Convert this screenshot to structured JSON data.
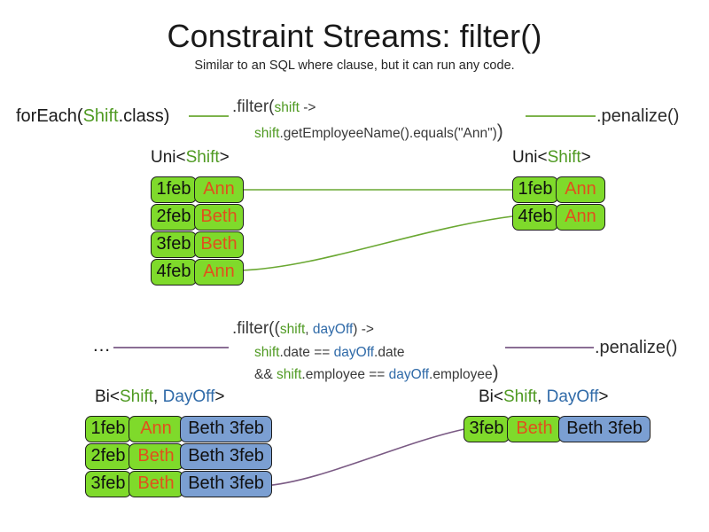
{
  "page": {
    "title": "Constraint Streams: filter()",
    "subtitle": "Similar to an SQL where clause, but it can run any code."
  },
  "colors": {
    "green_token": "#4f9a22",
    "blue_token": "#2f6aa8",
    "code_text": "#3a3a3a",
    "tuple_green": "#7fda2b",
    "tuple_blue": "#7b9fd2",
    "tuple_name_text": "#e0511c",
    "tuple_border": "#1d1d1d",
    "wire_green": "#6aa832",
    "wire_purple": "#7a5a84"
  },
  "uni_section": {
    "source_call": {
      "prefix": "forEach(",
      "type": "Shift",
      "suffix": ".class)"
    },
    "filter": {
      "line1_head": ".filter(",
      "line1_param": "shift",
      "line1_arrow": " ->",
      "line2_var": "shift",
      "line2_body": ".getEmployeeName().equals(\"Ann\")",
      "line2_close": ")"
    },
    "penalize": ".penalize()",
    "input_label": {
      "prefix": "Uni<",
      "type": "Shift",
      "suffix": ">"
    },
    "output_label": {
      "prefix": "Uni<",
      "type": "Shift",
      "suffix": ">"
    },
    "input_rows": [
      {
        "date": "1feb",
        "name": "Ann"
      },
      {
        "date": "2feb",
        "name": "Beth"
      },
      {
        "date": "3feb",
        "name": "Beth"
      },
      {
        "date": "4feb",
        "name": "Ann"
      }
    ],
    "output_rows": [
      {
        "date": "1feb",
        "name": "Ann"
      },
      {
        "date": "4feb",
        "name": "Ann"
      }
    ]
  },
  "bi_section": {
    "source_call": "…",
    "filter": {
      "line1_head": ".filter((",
      "line1_param1": "shift",
      "line1_comma": ", ",
      "line1_param2": "dayOff",
      "line1_arrow": ") ->",
      "line2_var1": "shift",
      "line2_mid": ".date == ",
      "line2_var2": "dayOff",
      "line2_end": ".date",
      "line3_and": "&& ",
      "line3_var1": "shift",
      "line3_mid": ".employee == ",
      "line3_var2": "dayOff",
      "line3_end": ".employee",
      "line3_close": ")"
    },
    "penalize": ".penalize()",
    "input_label": {
      "prefix": "Bi<",
      "type1": "Shift",
      "comma": ", ",
      "type2": "DayOff",
      "suffix": ">"
    },
    "output_label": {
      "prefix": "Bi<",
      "type1": "Shift",
      "comma": ", ",
      "type2": "DayOff",
      "suffix": ">"
    },
    "input_rows": [
      {
        "date": "1feb",
        "name": "Ann",
        "joined": "Beth 3feb"
      },
      {
        "date": "2feb",
        "name": "Beth",
        "joined": "Beth 3feb"
      },
      {
        "date": "3feb",
        "name": "Beth",
        "joined": "Beth 3feb"
      }
    ],
    "output_rows": [
      {
        "date": "3feb",
        "name": "Beth",
        "joined": "Beth 3feb"
      }
    ]
  }
}
